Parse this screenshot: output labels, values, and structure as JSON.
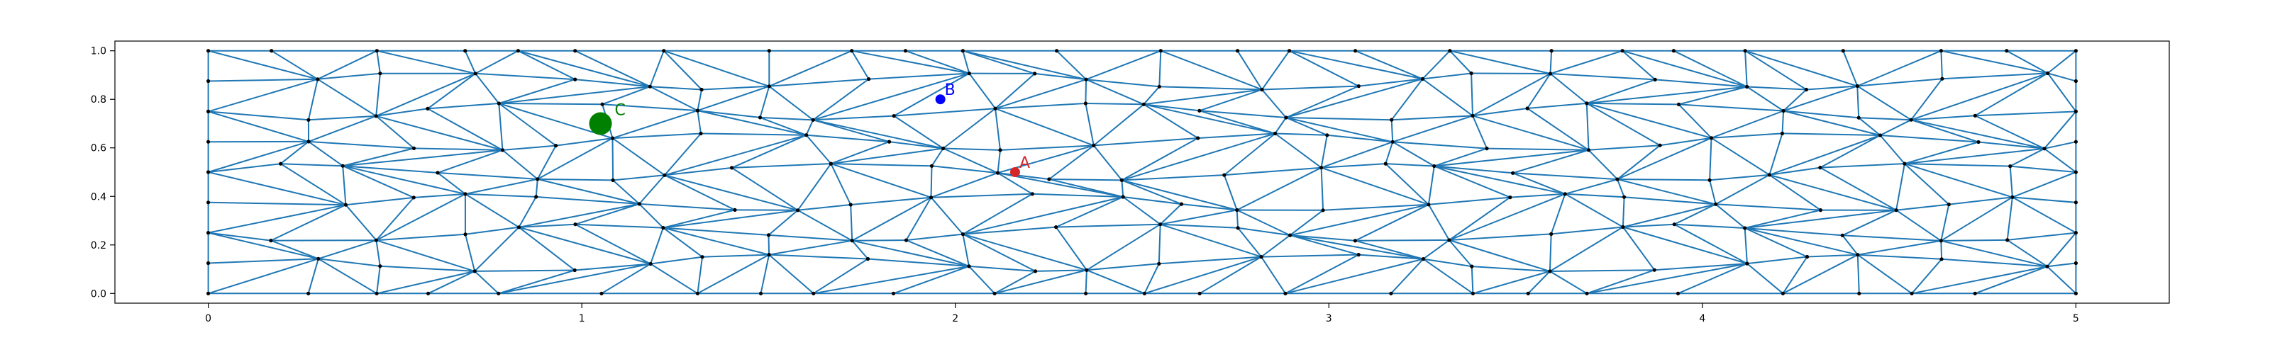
{
  "chart_data": {
    "type": "scatter",
    "title": "",
    "xlabel": "",
    "ylabel": "",
    "xlim": [
      -0.25,
      5.25
    ],
    "ylim": [
      -0.04,
      1.04
    ],
    "xticks": [
      "0",
      "1",
      "2",
      "3",
      "4",
      "5"
    ],
    "yticks": [
      "0.0",
      "0.2",
      "0.4",
      "0.6",
      "0.8",
      "1.0"
    ],
    "grid": false,
    "legend": "none",
    "mesh": {
      "description": "triangular finite-element mesh over the rectangle [0,5] x [0,1]",
      "line_color": "#1f77b4",
      "node_color": "#000000",
      "top_nodes_x": [
        0.0,
        0.21,
        0.42,
        0.63,
        0.83,
        1.04,
        1.25,
        1.46,
        1.67,
        1.88,
        2.08,
        2.29,
        2.5,
        2.71,
        2.92,
        3.13,
        3.33,
        3.54,
        3.75,
        3.96,
        4.17,
        4.37,
        4.58,
        4.79,
        5.0
      ],
      "bottom_nodes_x": [
        0.0,
        0.21,
        0.42,
        0.63,
        0.83,
        1.04,
        1.25,
        1.46,
        1.67,
        1.88,
        2.08,
        2.29,
        2.5,
        2.71,
        2.92,
        3.13,
        3.33,
        3.54,
        3.75,
        3.96,
        4.17,
        4.37,
        4.58,
        4.79,
        5.0
      ],
      "side_nodes_y": [
        0.0,
        0.125,
        0.25,
        0.375,
        0.5,
        0.625,
        0.75,
        0.875,
        1.0
      ]
    },
    "points": [
      {
        "label": "A",
        "x": 2.16,
        "y": 0.5,
        "color": "#d62728",
        "size": "small"
      },
      {
        "label": "B",
        "x": 1.96,
        "y": 0.8,
        "color": "#0000ff",
        "size": "small"
      },
      {
        "label": "C",
        "x": 1.05,
        "y": 0.7,
        "color": "#008000",
        "size": "large"
      }
    ]
  }
}
